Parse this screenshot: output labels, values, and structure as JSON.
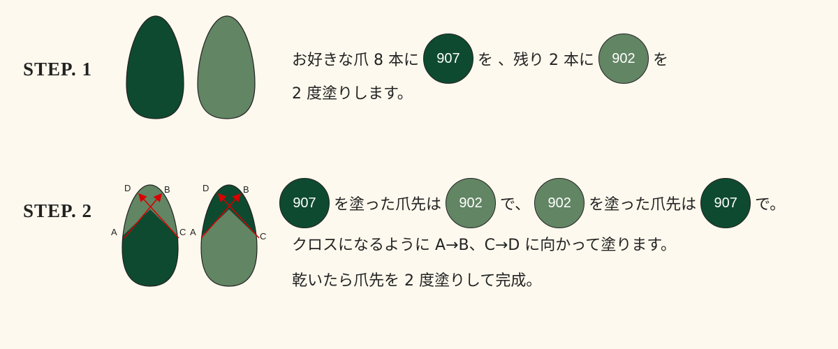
{
  "colors": {
    "c907": "#0e4a30",
    "c902": "#628564",
    "arrow": "#d90000",
    "background": "#fdf9ee"
  },
  "step1": {
    "label": "STEP. 1",
    "line1": [
      "お好きな爪 8 本に",
      "を 、残り 2 本に",
      "を"
    ],
    "swatch_a": "907",
    "swatch_b": "902",
    "line2": "2 度塗りします。"
  },
  "step2": {
    "label": "STEP. 2",
    "points": {
      "a": "A",
      "b": "B",
      "c": "C",
      "d": "D"
    },
    "line1": [
      "を塗った爪先は",
      "で、",
      "を塗った爪先は",
      "で。"
    ],
    "swatches": [
      "907",
      "902",
      "902",
      "907"
    ],
    "line2": "クロスになるように A→B、C→D に向かって塗ります。",
    "line3": "乾いたら爪先を 2 度塗りして完成。"
  }
}
